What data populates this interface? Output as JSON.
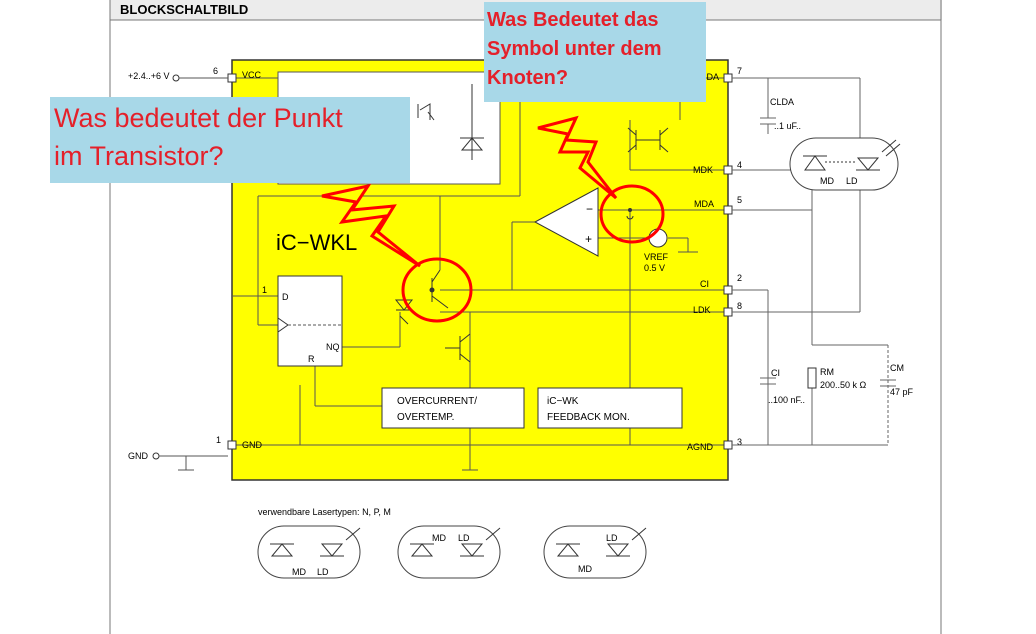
{
  "header": {
    "title": "BLOCKSCHALTBILD"
  },
  "chip": {
    "name": "iC−WKL"
  },
  "pins": {
    "vcc": {
      "num": "6",
      "label": "VCC",
      "supply": "+2.4..+6 V"
    },
    "cda": {
      "num": "7",
      "label": "CDA"
    },
    "mdk": {
      "num": "4",
      "label": "MDK"
    },
    "mda": {
      "num": "5",
      "label": "MDA"
    },
    "ci": {
      "num": "2",
      "label": "CI"
    },
    "ldk": {
      "num": "8",
      "label": "LDK"
    },
    "agnd": {
      "num": "3",
      "label": "AGND"
    },
    "gnd": {
      "num": "1",
      "label": "GND",
      "net": "GND"
    }
  },
  "ff": {
    "pin": "1",
    "d": "D",
    "nq": "NQ",
    "r": "R"
  },
  "comparator": {
    "minus": "−",
    "plus": "+"
  },
  "vref": {
    "label": "VREF",
    "value": "0.5 V"
  },
  "blocks": {
    "overcurrent": {
      "line1": "OVERCURRENT/",
      "line2": "OVERTEMP."
    },
    "feedback": {
      "line1": "iC−WK",
      "line2": "FEEDBACK MON."
    }
  },
  "external": {
    "clda": {
      "name": "CLDA",
      "value": "..1 uF.."
    },
    "ci": {
      "name": "CI",
      "value": "..100 nF.."
    },
    "rm": {
      "name": "RM",
      "value": "200..50 k Ω"
    },
    "cm": {
      "name": "CM",
      "value": "47 pF"
    },
    "laser": {
      "md": "MD",
      "ld": "LD"
    }
  },
  "laser_types": {
    "caption": "verwendbare Lasertypen: N, P, M",
    "items": [
      {
        "md": "MD",
        "ld": "LD"
      },
      {
        "md": "MD",
        "ld": "LD"
      },
      {
        "md": "MD",
        "ld": "LD"
      }
    ]
  },
  "annotations": {
    "left": {
      "line1": "Was bedeutet der Punkt",
      "line2": "im Transistor?"
    },
    "right": {
      "line1": "Was Bedeutet das",
      "line2": "Symbol unter dem",
      "line3": "Knoten?"
    },
    "color": "#e4202a",
    "box_color": "#a8d8e8"
  },
  "colors": {
    "chip_fill": "#ffff00",
    "line": "#555555",
    "highlight": "#ff0000"
  }
}
